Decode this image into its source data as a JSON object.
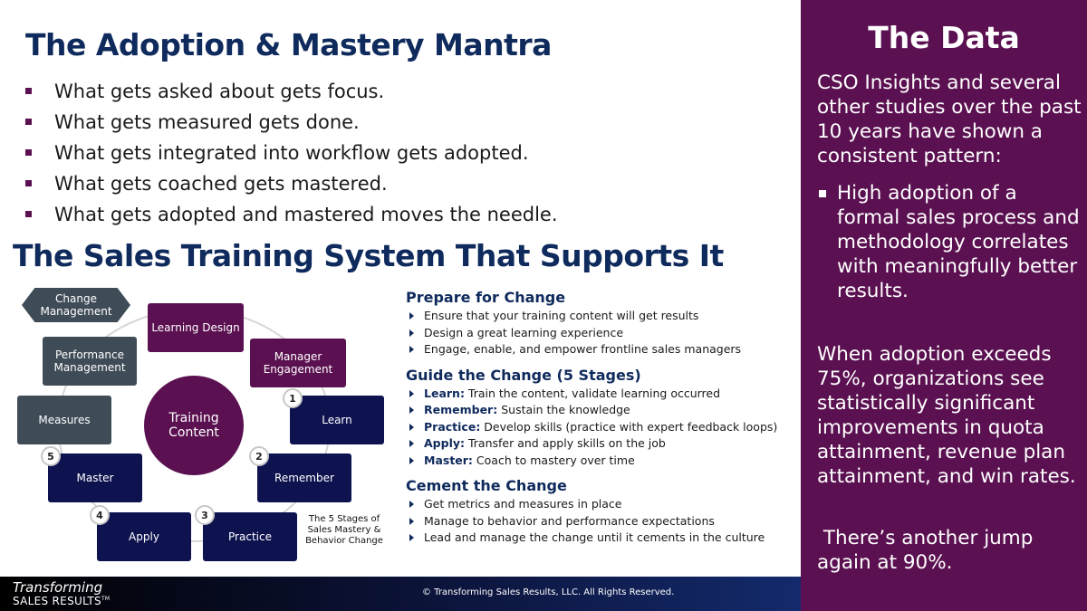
{
  "header": {
    "title": "The Adoption & Mastery Mantra"
  },
  "mantra": [
    "What gets asked about gets focus.",
    "What gets measured gets done.",
    "What gets integrated into workflow gets adopted.",
    "What gets coached gets mastered.",
    "What gets adopted and mastered moves the needle."
  ],
  "system": {
    "title": "The Sales Training System That Supports It"
  },
  "diagram": {
    "center": "Training Content",
    "change_management": "Change Management",
    "learning_design": "Learning Design",
    "manager_engagement": "Manager Engagement",
    "performance_management": "Performance Management",
    "measures": "Measures",
    "learn": "Learn",
    "remember": "Remember",
    "practice": "Practice",
    "apply": "Apply",
    "master": "Master",
    "badges": [
      "1",
      "2",
      "3",
      "4",
      "5"
    ],
    "caption": "The 5 Stages of Sales Mastery & Behavior Change"
  },
  "steps": {
    "prepare": {
      "title": "Prepare for Change",
      "items": [
        "Ensure that your training content will get results",
        "Design a great learning experience",
        "Engage, enable, and empower frontline sales managers"
      ]
    },
    "guide": {
      "title": "Guide the Change (5 Stages)",
      "items": [
        {
          "term": "Learn:",
          "text": " Train the content, validate learning occurred"
        },
        {
          "term": "Remember:",
          "text": " Sustain the knowledge"
        },
        {
          "term": "Practice:",
          "text": " Develop skills (practice with expert feedback loops)"
        },
        {
          "term": "Apply:",
          "text": " Transfer and apply skills on the job"
        },
        {
          "term": "Master:",
          "text": " Coach to mastery over time"
        }
      ]
    },
    "cement": {
      "title": "Cement the Change",
      "items": [
        "Get metrics and measures in place",
        "Manage to behavior and performance expectations",
        "Lead and manage the change until it cements in the culture"
      ]
    }
  },
  "footer": {
    "logo_line1": "Transforming",
    "logo_line2": "SALES RESULTS",
    "logo_tm": "TM",
    "copyright": "© Transforming Sales Results, LLC. All Rights Reserved."
  },
  "data_panel": {
    "title": "The Data",
    "intro": "CSO Insights and several other studies over the past 10 years have shown a consistent pattern:",
    "bullet": "High adoption of a formal sales process and methodology correlates with meaningfully better results.",
    "para2": "When adoption exceeds 75%, organizations see statistically significant improvements in quota attainment, revenue plan attainment, and win rates.",
    "para3": " There’s another jump again at 90%."
  },
  "colors": {
    "navy_title": "#0f2a5c",
    "purple": "#5b1151",
    "slate": "#3f4c57",
    "dark_navy": "#0e1350"
  }
}
